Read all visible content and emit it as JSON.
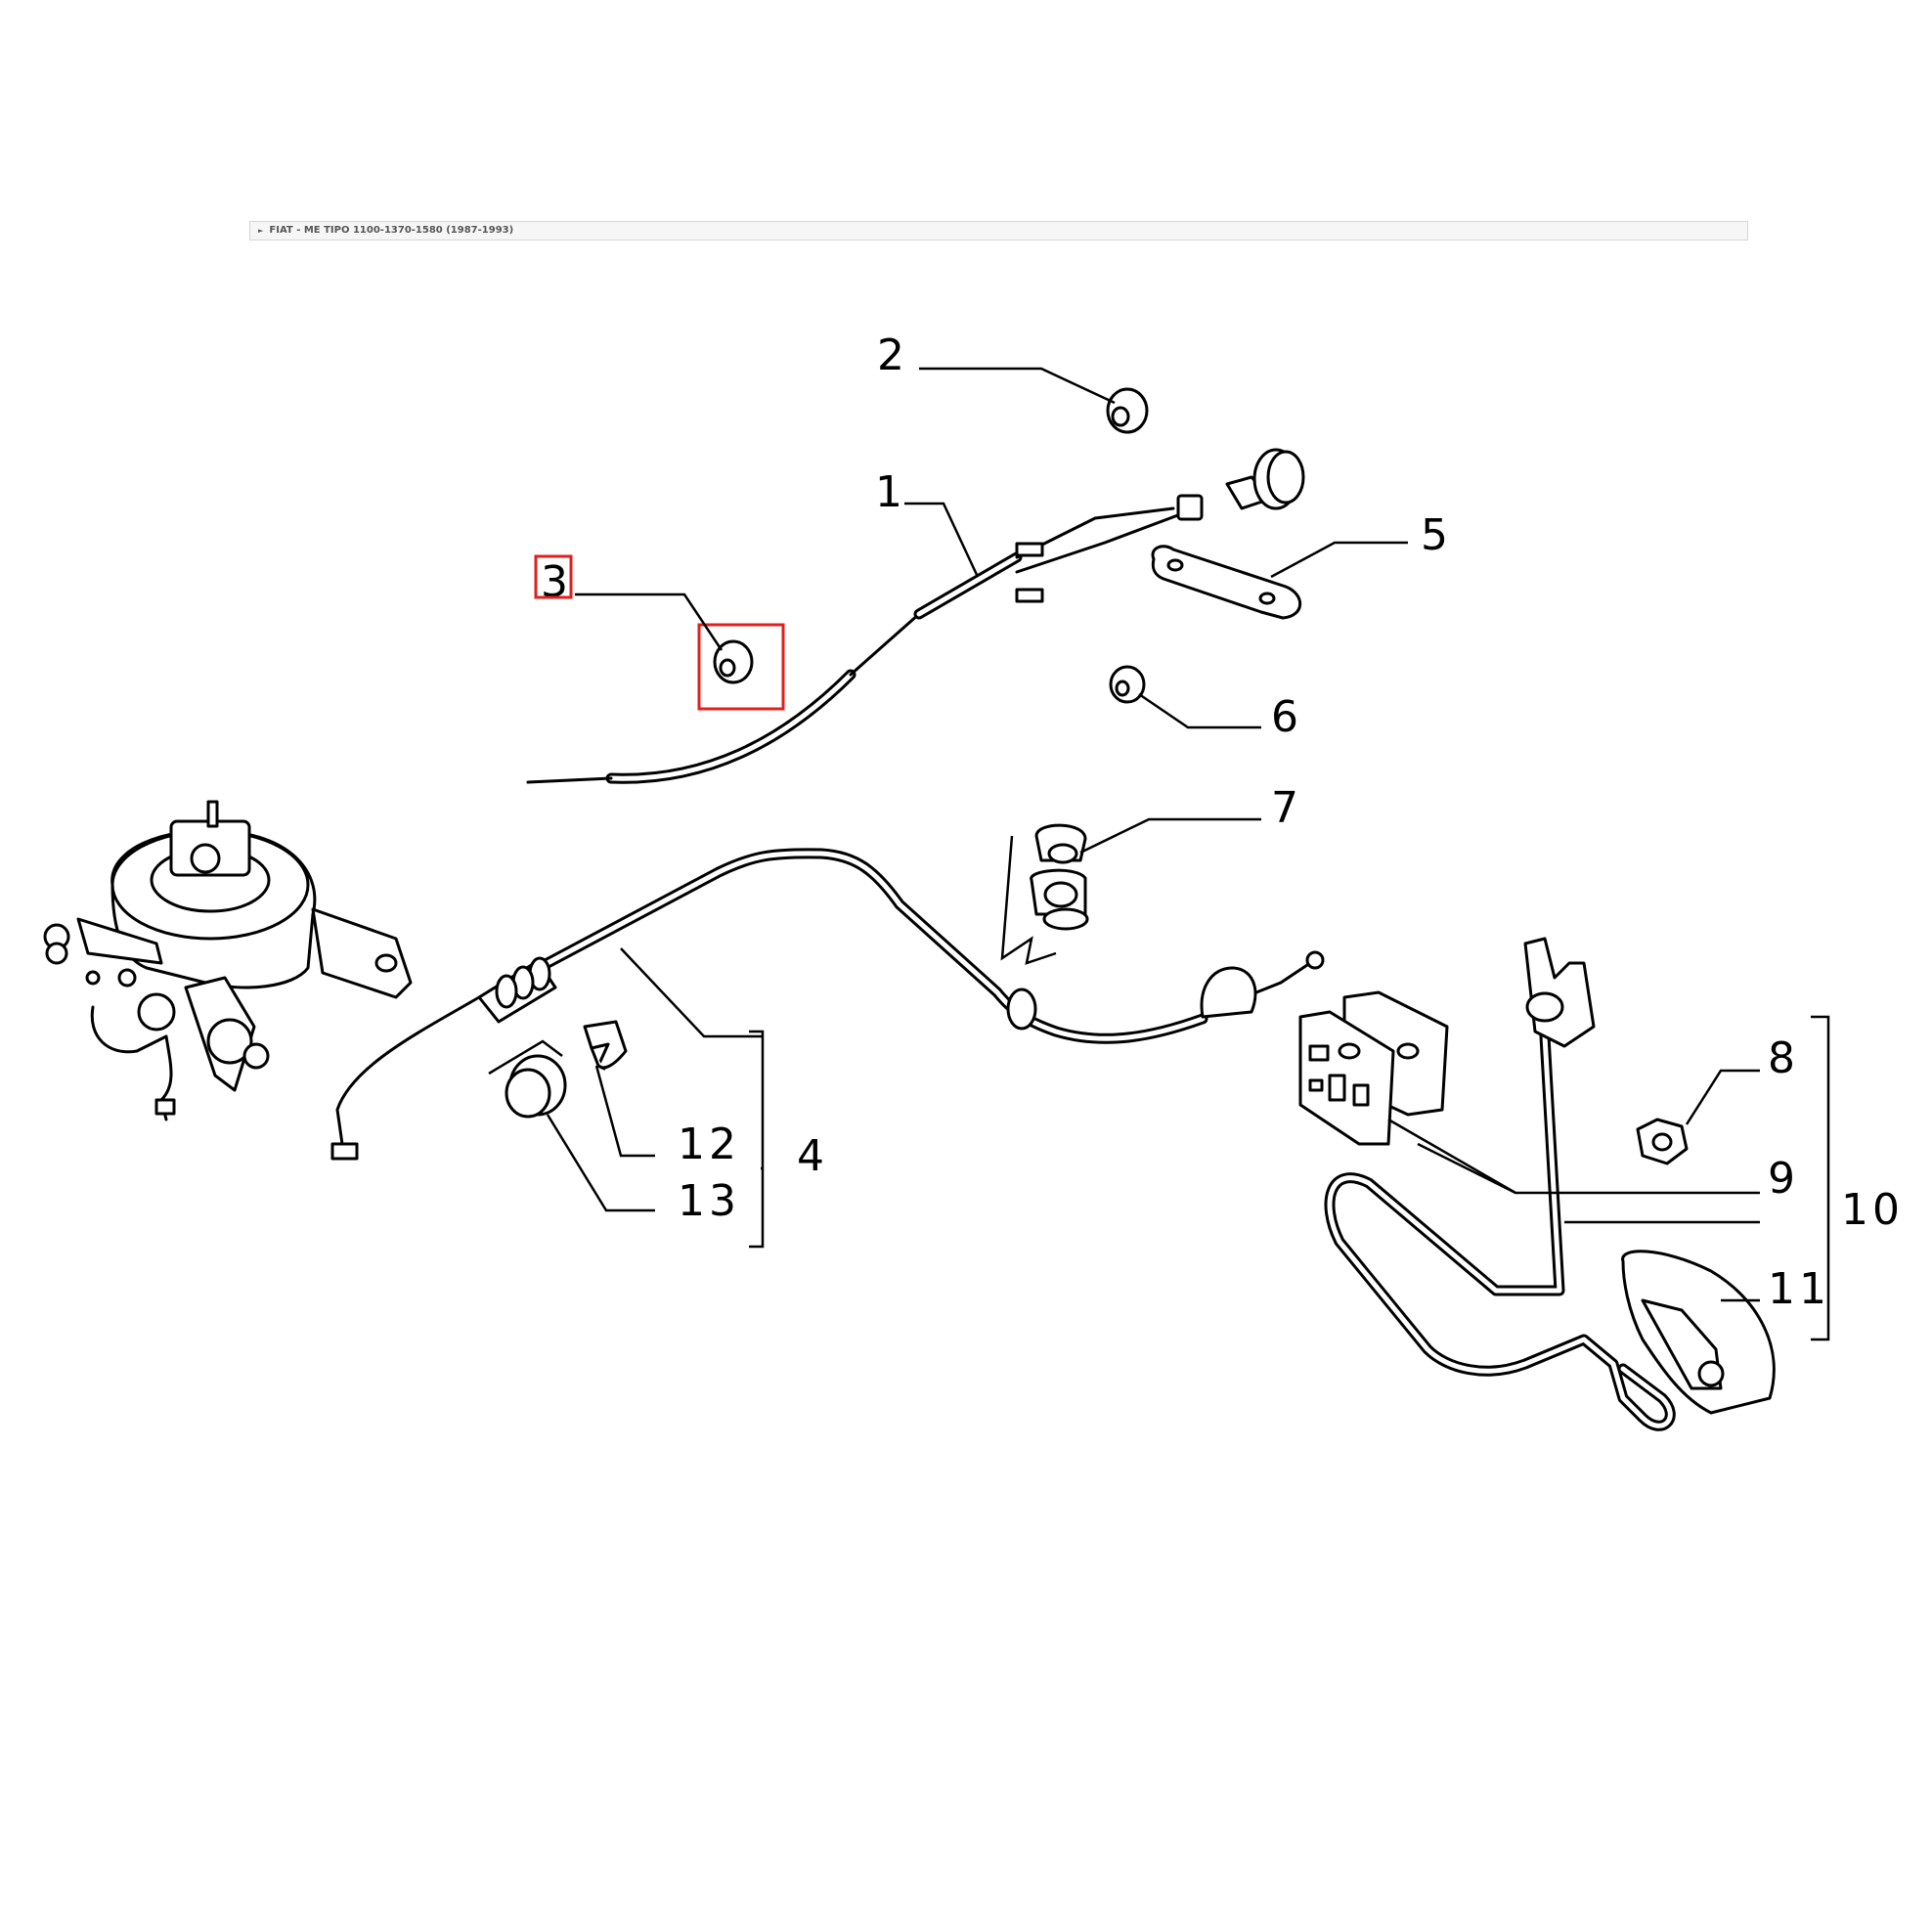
{
  "breadcrumb": {
    "text": "FIAT - ME TIPO 1100-1370-1580 (1987-1993)"
  },
  "highlight_color": "#e0201c",
  "callouts": {
    "c1": "1",
    "c2": "2",
    "c3": "3",
    "c4": "4",
    "c5": "5",
    "c6": "6",
    "c7": "7",
    "c8": "8",
    "c9": "9",
    "c10": "10",
    "c11": "11",
    "c12": "12",
    "c13": "13"
  },
  "selected_part": "3"
}
